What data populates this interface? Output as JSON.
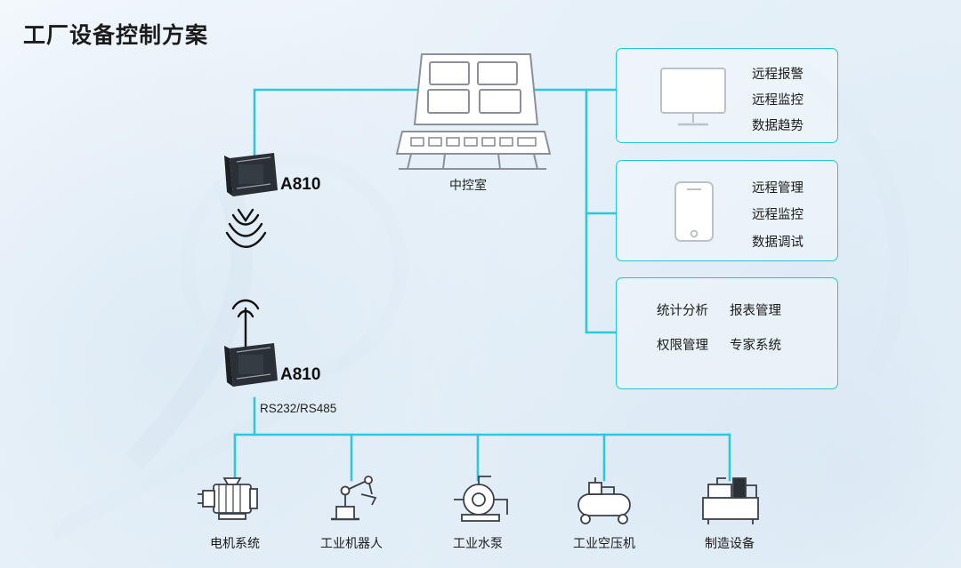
{
  "title": "工厂设备控制方案",
  "theme": {
    "accent": "#22c6d6",
    "line": "#2ec8d8",
    "device_dark": "#2b2f36",
    "text": "#1b1b1b"
  },
  "nodes": {
    "control_room": {
      "label": "中控室",
      "icon": "control-room-screens-icon"
    },
    "gateway_top": {
      "label": "A810",
      "icon": "a810-gateway-icon",
      "antenna": "wifi-signal-icon"
    },
    "gateway_bottom": {
      "label": "A810",
      "icon": "a810-gateway-icon",
      "antenna": "antenna-icon",
      "sublabel": "RS232/RS485"
    }
  },
  "cards": [
    {
      "name": "pc-card",
      "icon": "desktop-monitor-icon",
      "items": [
        "远程报警",
        "远程监控",
        "数据趋势"
      ]
    },
    {
      "name": "mobile-card",
      "icon": "tablet-icon",
      "items": [
        "远程管理",
        "远程监控",
        "数据调试"
      ]
    },
    {
      "name": "platform-card",
      "icon": "none",
      "items": [
        "统计分析",
        "报表管理",
        "权限管理",
        "专家系统"
      ]
    }
  ],
  "devices": [
    {
      "name": "motor-system",
      "label": "电机系统",
      "icon": "electric-motor-icon"
    },
    {
      "name": "industrial-robot",
      "label": "工业机器人",
      "icon": "robot-arm-icon"
    },
    {
      "name": "industrial-pump",
      "label": "工业水泵",
      "icon": "water-pump-icon"
    },
    {
      "name": "air-compressor",
      "label": "工业空压机",
      "icon": "air-compressor-icon"
    },
    {
      "name": "manufacturing-equipment",
      "label": "制造设备",
      "icon": "cnc-machine-icon"
    }
  ]
}
